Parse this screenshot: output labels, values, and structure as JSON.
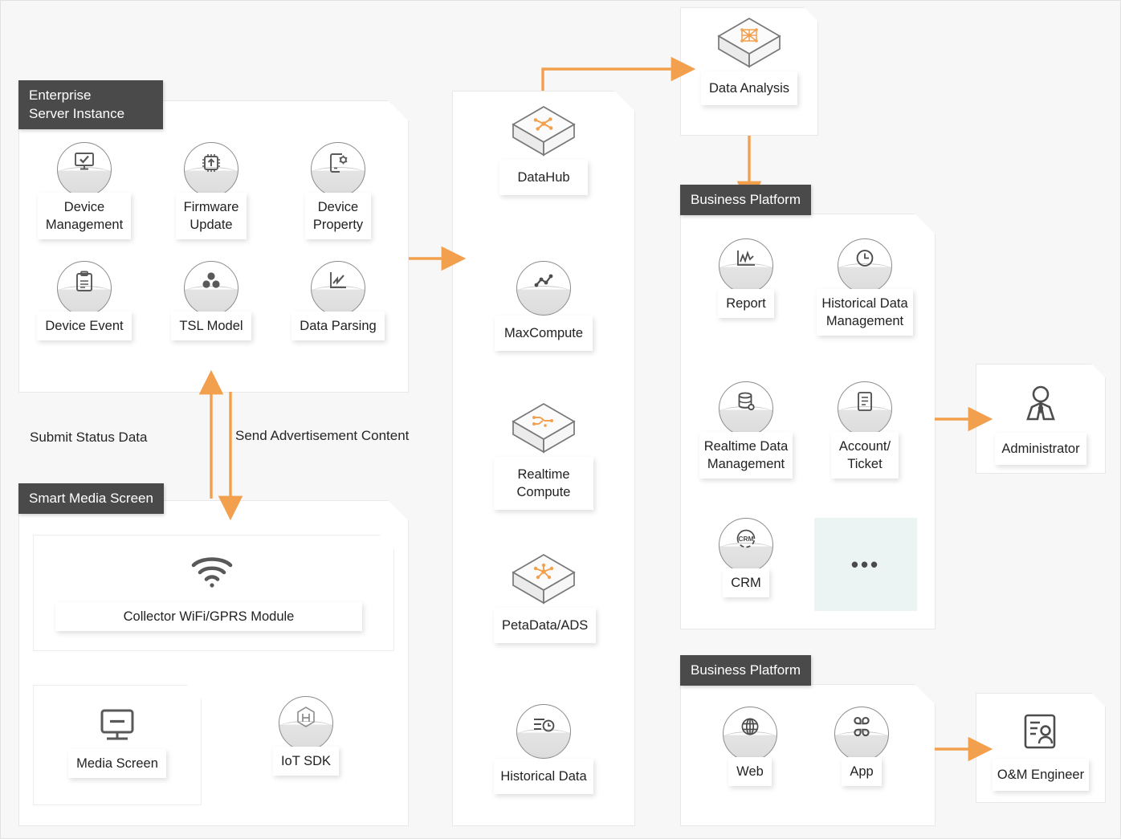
{
  "theme": {
    "accent": "#f2a04d",
    "tab_bg": "#4a4a4a",
    "panel_bg": "#ffffff",
    "canvas_bg": "#f7f7f7",
    "icon_stroke": "#595959",
    "dots_tile_bg": "#ecf3f3"
  },
  "panels": {
    "enterprise": {
      "title": "Enterprise\nServer Instance",
      "nodes": [
        {
          "label": "Device\nManagement",
          "icon": "monitor-check-icon",
          "shape": "cylinder"
        },
        {
          "label": "Firmware\nUpdate",
          "icon": "chip-upload-icon",
          "shape": "cylinder"
        },
        {
          "label": "Device\nProperty",
          "icon": "device-gear-icon",
          "shape": "cylinder"
        },
        {
          "label": "Device Event",
          "icon": "clipboard-icon",
          "shape": "cylinder"
        },
        {
          "label": "TSL Model",
          "icon": "stacked-cubes-icon",
          "shape": "cylinder"
        },
        {
          "label": "Data Parsing",
          "icon": "line-chart-icon",
          "shape": "cylinder"
        }
      ]
    },
    "smart_media_screen": {
      "title": "Smart Media Screen",
      "collector": {
        "label": "Collector WiFi/GPRS Module",
        "icon": "wifi-icon",
        "shape": "plain"
      },
      "nodes": [
        {
          "label": "Media Screen",
          "icon": "media-screen-icon",
          "shape": "plain"
        },
        {
          "label": "IoT SDK",
          "icon": "iot-sdk-hex-icon",
          "shape": "cylinder"
        }
      ]
    },
    "data_platform": {
      "nodes": [
        {
          "label": "DataHub",
          "icon": "datahub-box-icon",
          "shape": "box3d"
        },
        {
          "label": "MaxCompute",
          "icon": "maxcompute-line-icon",
          "shape": "cylinder"
        },
        {
          "label": "Realtime Compute",
          "icon": "realtime-compute-box-icon",
          "shape": "box3d"
        },
        {
          "label": "PetaData/ADS",
          "icon": "petadata-box-icon",
          "shape": "box3d"
        },
        {
          "label": "Historical Data",
          "icon": "history-list-icon",
          "shape": "cylinder"
        }
      ]
    },
    "data_analysis": {
      "node": {
        "label": "Data Analysis",
        "icon": "data-analysis-box-icon",
        "shape": "box3d"
      }
    },
    "business_platform_top": {
      "title": "Business Platform",
      "nodes": [
        {
          "label": "Report",
          "icon": "report-chart-icon",
          "shape": "cylinder"
        },
        {
          "label": "Historical Data\nManagement",
          "icon": "clock-icon",
          "shape": "cylinder"
        },
        {
          "label": "Realtime Data\nManagement",
          "icon": "database-gear-icon",
          "shape": "cylinder"
        },
        {
          "label": "Account/\nTicket",
          "icon": "document-lines-icon",
          "shape": "cylinder"
        },
        {
          "label": "CRM",
          "icon": "crm-icon",
          "shape": "cylinder"
        }
      ],
      "more_tile": "•••"
    },
    "business_platform_bottom": {
      "title": "Business Platform",
      "nodes": [
        {
          "label": "Web",
          "icon": "globe-icon",
          "shape": "cylinder"
        },
        {
          "label": "App",
          "icon": "app-grid-icon",
          "shape": "cylinder"
        }
      ]
    },
    "administrator": {
      "label": "Administrator",
      "icon": "administrator-person-icon"
    },
    "om_engineer": {
      "label": "O&M Engineer",
      "icon": "id-card-person-icon"
    }
  },
  "flow_labels": {
    "submit_status": "Submit Status Data",
    "send_ad": "Send Advertisement Content"
  }
}
